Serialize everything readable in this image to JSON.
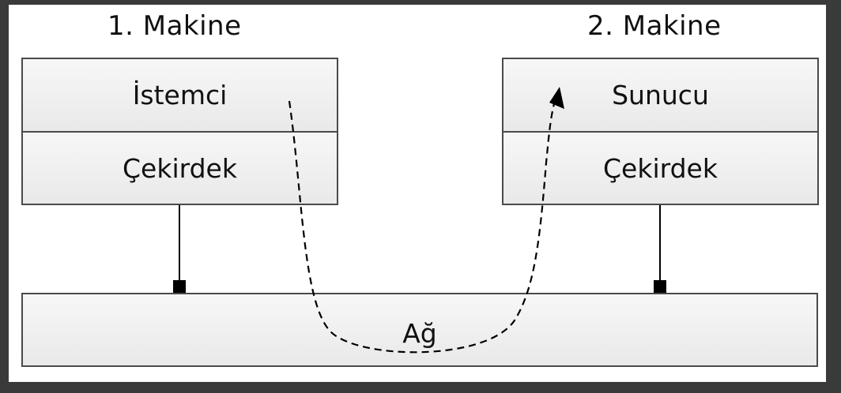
{
  "machine1": {
    "title": "1. Makine",
    "top_layer": "İstemci",
    "bottom_layer": "Çekirdek"
  },
  "machine2": {
    "title": "2. Makine",
    "top_layer": "Sunucu",
    "bottom_layer": "Çekirdek"
  },
  "network": {
    "label": "Ağ"
  }
}
